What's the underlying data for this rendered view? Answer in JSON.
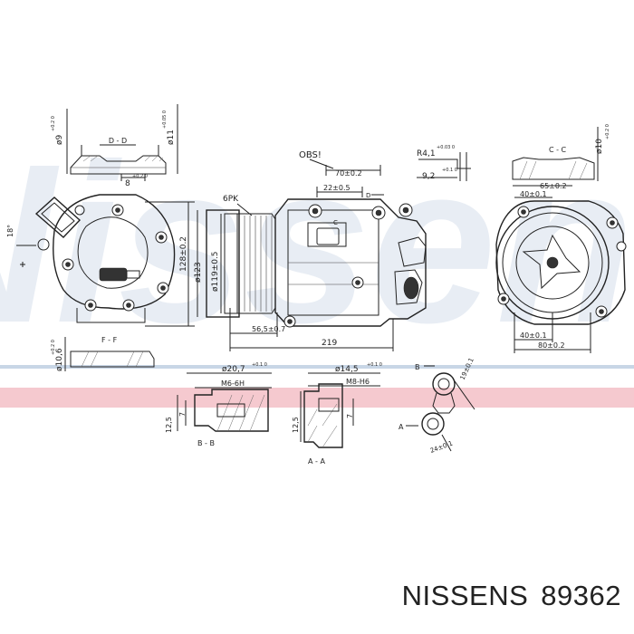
{
  "watermark": {
    "text": "Nissens",
    "band_color": "#f5c9cf",
    "band_line_color": "#c8d6e6",
    "text_color": "#d6e0ec"
  },
  "caption": {
    "brand": "NISSENS",
    "part_number": "89362"
  },
  "labels": {
    "d_d": "D - D",
    "c_c": "C - C",
    "f_f": "F - F",
    "b_b": "B - B",
    "a_a": "A - A",
    "obs": "OBS!",
    "six_pk": "6PK",
    "d_arrow": "D",
    "c_arrow": "C",
    "b_arrow": "B",
    "a_arrow": "A",
    "dim_d9": "ø9",
    "dim_d9_tol": "+0.2 0",
    "dim_8": "8",
    "dim_8_tol": "+0.2 0",
    "dim_d11": "ø11",
    "dim_d11_tol": "+0.05 0",
    "dim_18": "18°",
    "dim_70": "70±0.2",
    "dim_22": "22±0.5",
    "dim_r4": "R4,1",
    "dim_r4_tol": "+0.03 0",
    "dim_9_2": "9,2",
    "dim_9_2_tol": "+0.1 0",
    "dim_d10": "ø10",
    "dim_d10_tol": "+0.2 0",
    "dim_65": "65±0.2",
    "dim_40_top": "40±0.1",
    "dim_40_bot": "40±0.1",
    "dim_80": "80±0.2",
    "dim_128": "128±0.2",
    "dim_d123": "ø123",
    "dim_d119": "ø119±0.5",
    "dim_56_5": "56,5±0.7",
    "dim_219": "219",
    "dim_d10_6": "ø10,6",
    "dim_d10_6_tol": "+0.2 0",
    "dim_d20_7": "ø20,7",
    "dim_d20_7_tol": "+0.1 0",
    "dim_m6": "M6-6H",
    "dim_d14_5": "ø14,5",
    "dim_d14_5_tol": "+0.1 0",
    "dim_m8": "M8-H6",
    "dim_12_5_left": "12,5",
    "dim_7_left": "7",
    "dim_12_5_right": "12,5",
    "dim_7_right": "7",
    "dim_19": "19±0.1",
    "dim_24": "24±0.1"
  }
}
